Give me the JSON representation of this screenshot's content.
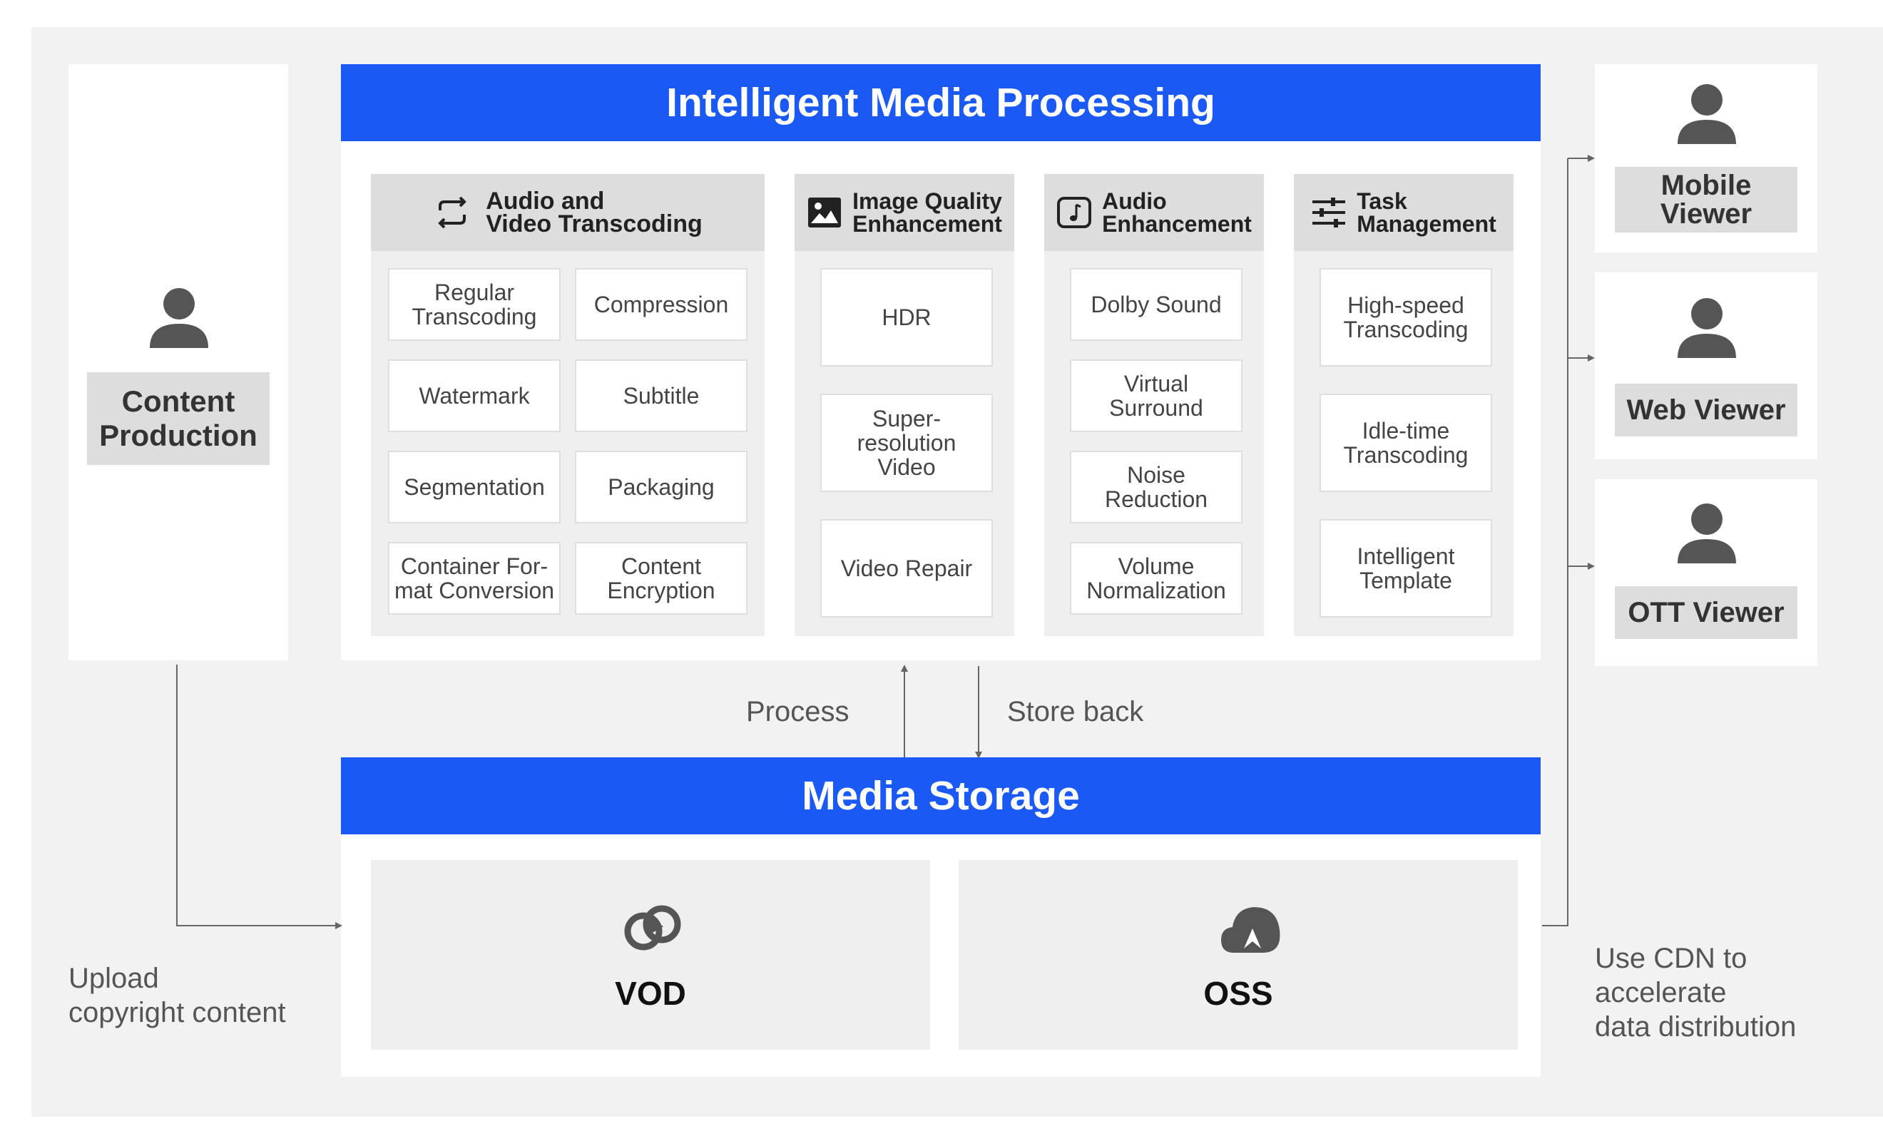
{
  "processing": {
    "title": "Intelligent Media Processing",
    "groups": [
      {
        "title": "Audio and\nVideo Transcoding",
        "icon": "repeat-icon",
        "items": [
          "Regular\nTranscoding",
          "Compression",
          "Watermark",
          "Subtitle",
          "Segmentation",
          "Packaging",
          "Container For-\nmat Conversion",
          "Content\nEncryption"
        ]
      },
      {
        "title": "Image Quality\nEnhancement",
        "icon": "image-icon",
        "items": [
          "HDR",
          "Super-\nresolution\nVideo",
          "Video Repair"
        ]
      },
      {
        "title": "Audio\nEnhancement",
        "icon": "music-note-icon",
        "items": [
          "Dolby Sound",
          "Virtual\nSurround",
          "Noise\nReduction",
          "Volume\nNormalization"
        ]
      },
      {
        "title": "Task\nManagement",
        "icon": "sliders-icon",
        "items": [
          "High-speed\nTranscoding",
          "Idle-time\nTranscoding",
          "Intelligent\nTemplate"
        ]
      }
    ]
  },
  "storage": {
    "title": "Media Storage",
    "items": [
      {
        "label": "VOD",
        "icon": "vod-icon"
      },
      {
        "label": "OSS",
        "icon": "oss-icon"
      }
    ]
  },
  "producer": {
    "label": "Content\nProduction",
    "icon": "user-icon"
  },
  "viewers": [
    {
      "label": "Mobile\nViewer",
      "icon": "user-icon"
    },
    {
      "label": "Web Viewer",
      "icon": "user-icon"
    },
    {
      "label": "OTT Viewer",
      "icon": "user-icon"
    }
  ],
  "flows": {
    "process": "Process",
    "store_back": "Store back",
    "upload": "Upload\ncopyright content",
    "cdn": "Use CDN to\naccelerate\ndata distribution"
  },
  "colors": {
    "accent": "#1b59f5",
    "canvas": "#f2f2f2",
    "label_bg": "#dddddd"
  }
}
